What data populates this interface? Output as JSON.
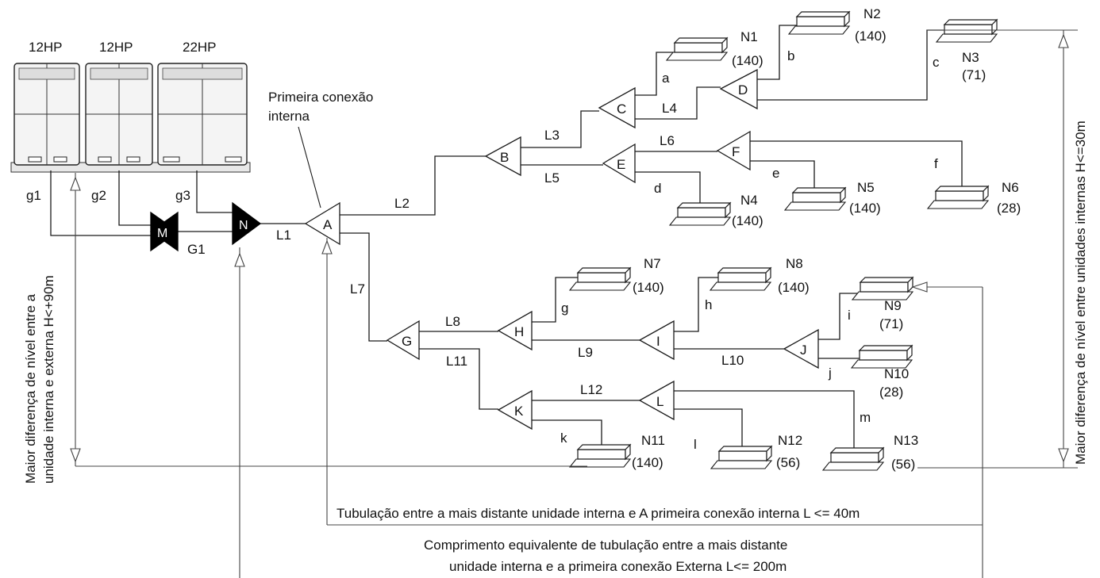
{
  "outdoor_units": [
    {
      "label": "12HP",
      "pipe": "g1"
    },
    {
      "label": "12HP",
      "pipe": "g2"
    },
    {
      "label": "22HP",
      "pipe": "g3"
    }
  ],
  "outdoor_joints": [
    "M",
    "N"
  ],
  "outdoor_pipes": {
    "main": "G1"
  },
  "first_connection_note": [
    "Primeira conexão",
    "interna"
  ],
  "joints": [
    "A",
    "B",
    "C",
    "D",
    "E",
    "F",
    "G",
    "H",
    "I",
    "J",
    "K",
    "L"
  ],
  "pipes": [
    "L1",
    "L2",
    "L3",
    "L4",
    "L5",
    "L6",
    "L7",
    "L8",
    "L9",
    "L10",
    "L11",
    "L12"
  ],
  "branch_pipes": [
    "a",
    "b",
    "c",
    "d",
    "e",
    "f",
    "g",
    "h",
    "i",
    "j",
    "k",
    "l",
    "m"
  ],
  "indoor_units": [
    {
      "name": "N1",
      "cap": "(140)"
    },
    {
      "name": "N2",
      "cap": "(140)"
    },
    {
      "name": "N3",
      "cap": "(71)"
    },
    {
      "name": "N4",
      "cap": "(140)"
    },
    {
      "name": "N5",
      "cap": "(140)"
    },
    {
      "name": "N6",
      "cap": "(28)"
    },
    {
      "name": "N7",
      "cap": "(140)"
    },
    {
      "name": "N8",
      "cap": "(140)"
    },
    {
      "name": "N9",
      "cap": "(71)"
    },
    {
      "name": "N10",
      "cap": "(28)"
    },
    {
      "name": "N11",
      "cap": "(140)"
    },
    {
      "name": "N12",
      "cap": "(56)"
    },
    {
      "name": "N13",
      "cap": "(56)"
    }
  ],
  "dimensions": {
    "left_vertical": [
      "Maior diferença de nível entre a",
      "unidade interna e externa H<+90m"
    ],
    "right_vertical": "Maior diferença de nível entre unidades internas H<=30m",
    "bottom_1": "Tubulação entre a mais distante unidade interna e A primeira conexão interna L <= 40m",
    "bottom_2": [
      "Comprimento equivalente de tubulação entre a mais distante",
      "unidade interna e a primeira conexão Externa L<= 200m"
    ]
  }
}
